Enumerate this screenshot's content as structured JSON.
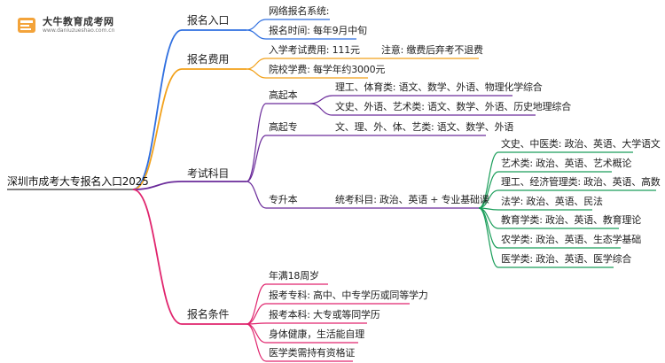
{
  "logo": {
    "title": "大牛教育成考网",
    "url": "www.daniuzueshao.com.cn"
  },
  "root": "深圳市成考大专报名入口2025",
  "colors": {
    "blue": "#2f6fe0",
    "orange": "#f2a11a",
    "purple": "#6a2a9a",
    "pink": "#e0246d",
    "green": "#1a9e5a"
  },
  "sections": [
    {
      "label": "报名入口",
      "items": [
        {
          "text": "网络报名系统:"
        },
        {
          "text": "报名时间: 每年9月中旬"
        }
      ]
    },
    {
      "label": "报名费用",
      "items": [
        {
          "text": "入学考试费用: 111元",
          "note": "注意: 缴费后弃考不退费"
        },
        {
          "text": "院校学费: 每学年约3000元"
        }
      ]
    },
    {
      "label": "考试科目",
      "groups": [
        {
          "label": "高起本",
          "items": [
            "理工、体育类: 语文、数学、外语、物理化学综合",
            "文史、外语、艺术类: 语文、数学、外语、历史地理综合"
          ]
        },
        {
          "label": "高起专",
          "items": [
            "文、理、外、体、艺类: 语文、数学、外语"
          ]
        },
        {
          "label": "专升本",
          "unified": "统考科目: 政治、英语 + 专业基础课",
          "items": [
            "文史、中医类: 政治、英语、大学语文",
            "艺术类: 政治、英语、艺术概论",
            "理工、经济管理类: 政治、英语、高数（二）",
            "法学: 政治、英语、民法",
            "教育学类: 政治、英语、教育理论",
            "农学类: 政治、英语、生态学基础",
            "医学类: 政治、英语、医学综合"
          ]
        }
      ]
    },
    {
      "label": "报名条件",
      "items": [
        {
          "text": "年满18周岁"
        },
        {
          "text": "报考专科: 高中、中专学历或同等学力"
        },
        {
          "text": "报考本科: 大专或等同学历"
        },
        {
          "text": "身体健康，生活能自理"
        },
        {
          "text": "医学类需持有资格证"
        }
      ]
    }
  ]
}
